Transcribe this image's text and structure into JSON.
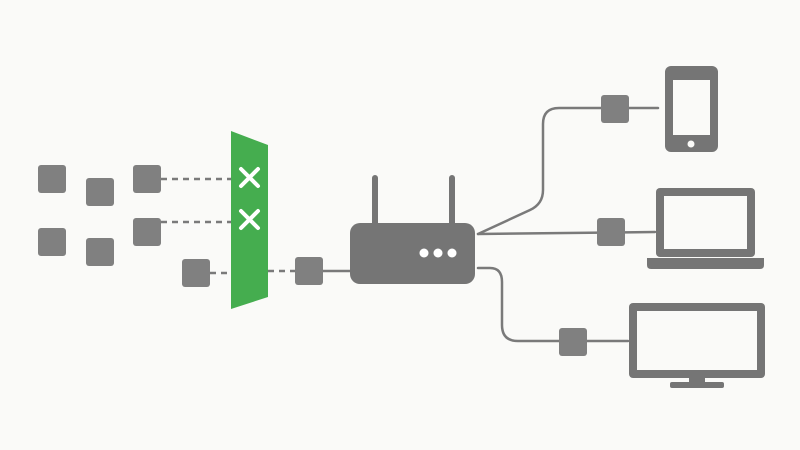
{
  "colors": {
    "background": "#fafaf8",
    "packet": "#808080",
    "device": "#757575",
    "line": "#7a7a7a",
    "firewall": "#45ad4f",
    "blocked_mark": "#ffffff",
    "router_lights": "#ffffff"
  },
  "diagram": {
    "incoming_packets": {
      "count": 4,
      "icon": "packet-square"
    },
    "blocked_packets": {
      "count": 2,
      "mark_icon": "x-mark-icon"
    },
    "allowed_packets": {
      "count": 1
    },
    "firewall": {
      "icon": "firewall-shield",
      "state": "blocking"
    },
    "router": {
      "icon": "router-icon",
      "antennas": 2,
      "indicator_lights": 3
    },
    "devices": [
      {
        "type": "smartphone",
        "icon": "smartphone-icon"
      },
      {
        "type": "laptop",
        "icon": "laptop-icon"
      },
      {
        "type": "monitor",
        "icon": "monitor-icon"
      }
    ]
  }
}
